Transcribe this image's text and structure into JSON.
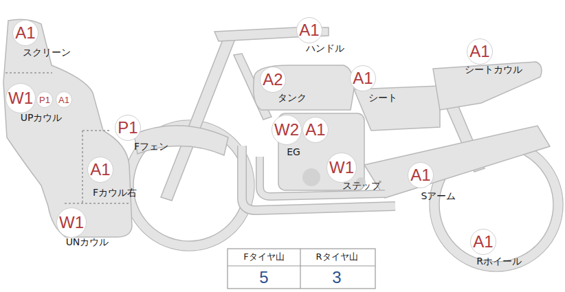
{
  "diagram": {
    "nodes": [
      {
        "text": [
          "A1"
        ]
      },
      {
        "text": [
          "A1"
        ]
      },
      {
        "text": [
          "A1"
        ]
      },
      {
        "text": [
          "A2"
        ]
      },
      {
        "text": [
          "A1"
        ]
      },
      {
        "text": [
          "W1"
        ]
      },
      {
        "text": [
          "P1"
        ]
      },
      {
        "text": [
          "A1"
        ]
      },
      {
        "text": [
          "P1"
        ]
      },
      {
        "text": [
          "W2"
        ]
      },
      {
        "text": [
          "A1"
        ]
      },
      {
        "text": [
          "W1"
        ]
      },
      {
        "text": [
          "A1"
        ]
      },
      {
        "text": [
          "A1"
        ]
      },
      {
        "text": [
          "W1"
        ]
      },
      {
        "text": [
          "A1"
        ]
      }
    ],
    "labels": [
      "スクリーン",
      "ハンドル",
      "シートカウル",
      "タンク",
      "シート",
      "UPカウル",
      "Fフェン",
      "EG",
      "ステップ",
      "Sアーム",
      "Fカウル右",
      "UNカウル",
      "Rホイール",
      "Fタイヤ山",
      "Rタイヤ山",
      "5",
      "3"
    ]
  }
}
